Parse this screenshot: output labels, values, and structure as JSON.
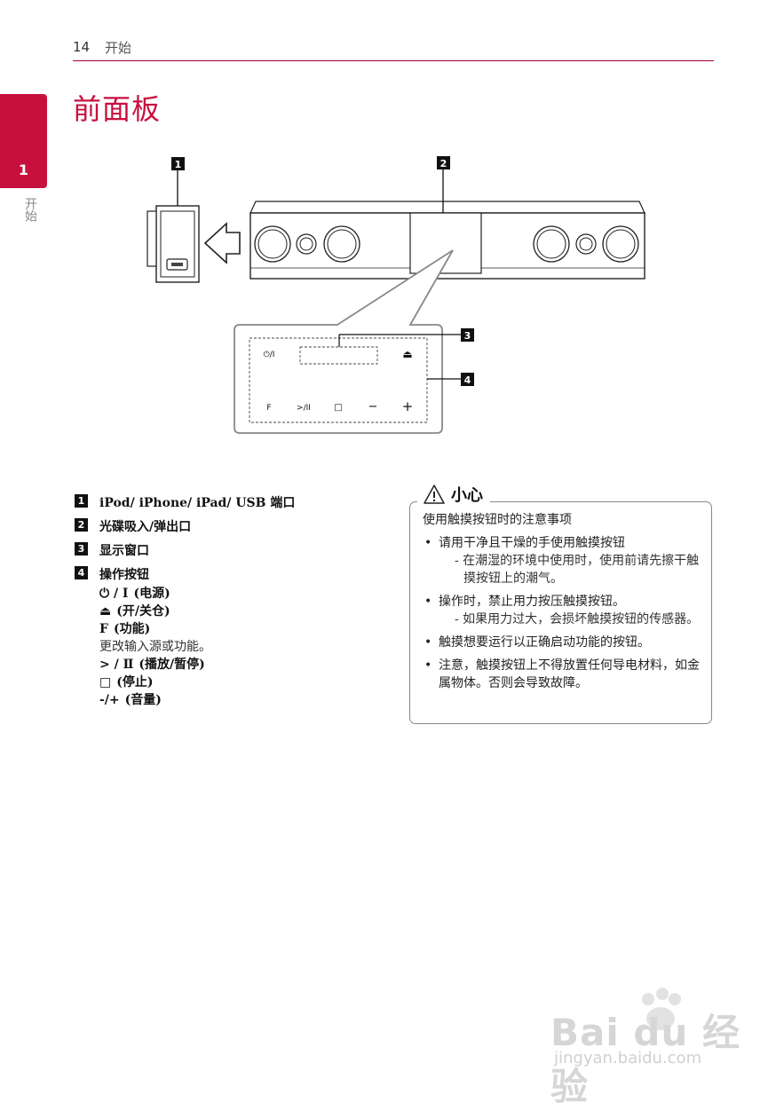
{
  "header": {
    "page_number": "14",
    "section": "开始"
  },
  "title": "前面板",
  "side_tab": {
    "number": "1",
    "label": "开始"
  },
  "callouts": [
    "1",
    "2",
    "3",
    "4"
  ],
  "panel_labels": {
    "power": "⏻/I",
    "eject": "⏏",
    "function": "F",
    "play_pause": ">/II",
    "stop": "□",
    "minus": "−",
    "plus": "+"
  },
  "legend": [
    {
      "num": "1",
      "text": "iPod/ iPhone/ iPad/ USB 端口"
    },
    {
      "num": "2",
      "text": "光碟吸入/弹出口"
    },
    {
      "num": "3",
      "text": "显示窗口"
    },
    {
      "num": "4",
      "text": "操作按钮"
    }
  ],
  "buttons": [
    {
      "glyph": "⏻ / Ⅰ",
      "label": "(电源)"
    },
    {
      "glyph": "⏏",
      "label": "(开/关仓)"
    },
    {
      "glyph": "F",
      "label": "(功能)"
    },
    {
      "desc": "更改输入源或功能。"
    },
    {
      "glyph": "> / Ⅱ",
      "label": "(播放/暂停)"
    },
    {
      "glyph": "□",
      "label": "(停止)"
    },
    {
      "glyph": "-/+",
      "label": "(音量)"
    }
  ],
  "caution": {
    "title": "小心",
    "intro": "使用触摸按钮时的注意事项",
    "bullets": [
      {
        "text": "请用干净且干燥的手使用触摸按钮",
        "sub": "- 在潮湿的环境中使用时，使用前请先擦干触摸按钮上的潮气。"
      },
      {
        "text": "操作时，禁止用力按压触摸按钮。",
        "sub": "- 如果用力过大，会损坏触摸按钮的传感器。"
      },
      {
        "text": "触摸想要运行以正确启动功能的按钮。"
      },
      {
        "text": "注意，触摸按钮上不得放置任何导电材料，如金属物体。否则会导致故障。"
      }
    ]
  },
  "watermark": {
    "brand": "Bai du 经验",
    "url": "jingyan.baidu.com"
  }
}
